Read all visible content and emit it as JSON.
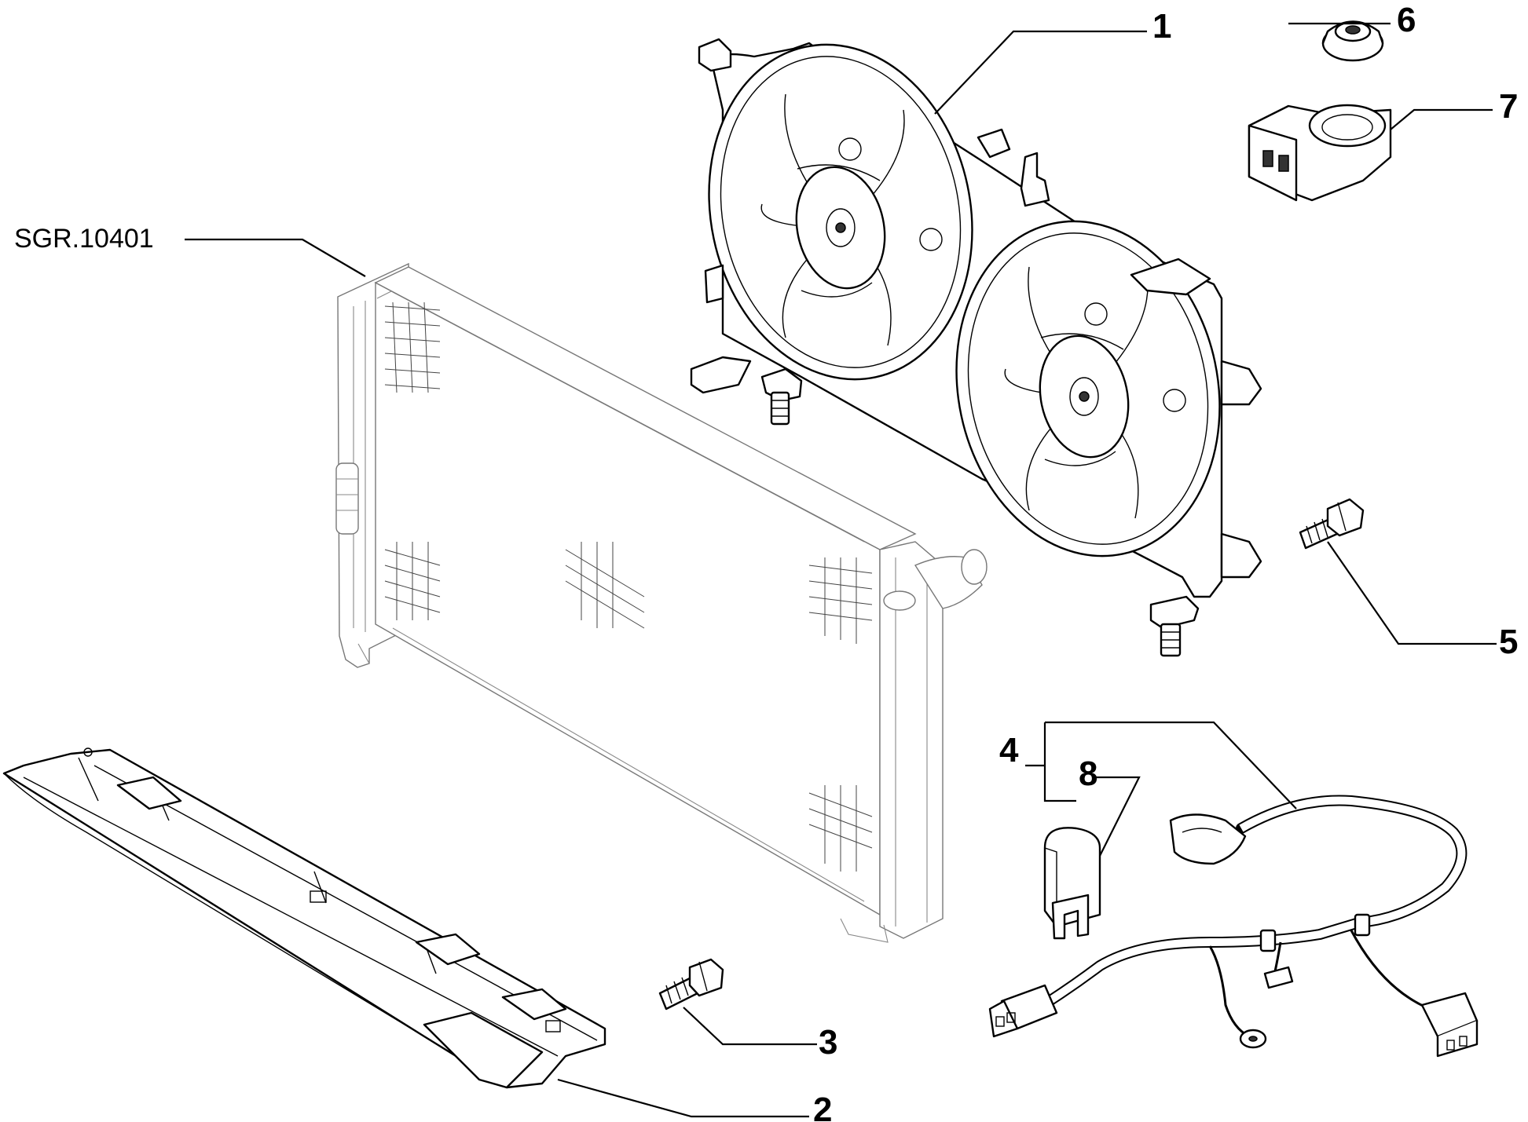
{
  "callouts": {
    "c1": "1",
    "c2": "2",
    "c3": "3",
    "c4": "4",
    "c5": "5",
    "c6": "6",
    "c7": "7",
    "c8": "8"
  },
  "reference": "SGR.10401"
}
